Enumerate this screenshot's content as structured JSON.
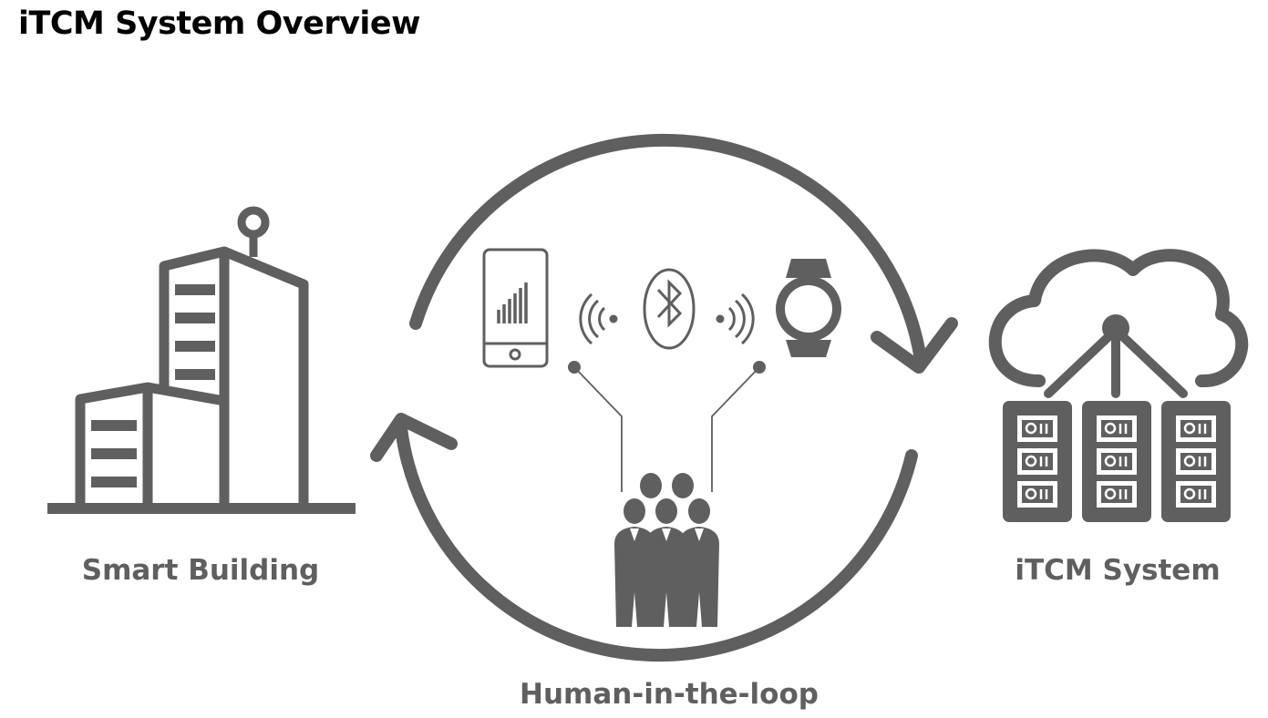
{
  "title": "iTCM System Overview",
  "nodes": {
    "smart_building": {
      "label": "Smart Building"
    },
    "itcm_system": {
      "label": "iTCM System"
    },
    "human_loop": {
      "label": "Human-in-the-loop"
    }
  },
  "devices": [
    "phone-icon",
    "wireless-signal-icon",
    "bluetooth-icon",
    "smartwatch-icon"
  ],
  "colors": {
    "icon": "#5f5f5f",
    "text": "#5f5f5f",
    "title": "#000000"
  }
}
